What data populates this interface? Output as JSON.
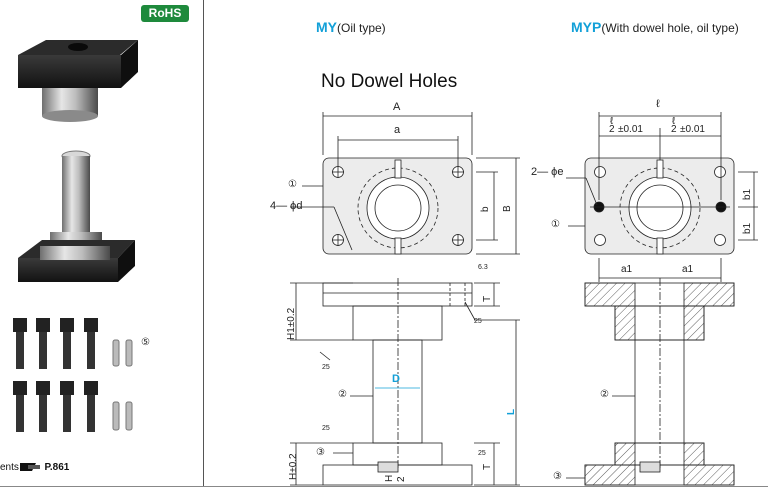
{
  "badge": "RoHS",
  "reference": {
    "text": "ents",
    "page": "P.861"
  },
  "headers": {
    "my": {
      "code": "MY",
      "desc": "(Oil type)"
    },
    "myp": {
      "code": "MYP",
      "desc": "(With dowel hole, oil type)"
    }
  },
  "subtitle": "No Dowel Holes",
  "labels": {
    "A": "A",
    "a": "a",
    "b": "b",
    "B": "B",
    "four_d": "4— ϕd",
    "c1": "①",
    "c2": "②",
    "c3": "③",
    "c5": "⑤",
    "l": "ℓ",
    "l_half": "ℓ",
    "two": "2",
    "tol": "±0.01",
    "two_e": "2— ϕe",
    "b1": "b1",
    "a1": "a1",
    "H1": "H1±0.2",
    "H": "H±0.2",
    "T": "T",
    "L": "L",
    "D": "D",
    "r63": "6.3",
    "r25": "25",
    "h_small": "H",
    "two_small": "2"
  },
  "colors": {
    "badge": "#1e8a3c",
    "code": "#12a0d8",
    "dim_blue": "#12a0d8"
  }
}
